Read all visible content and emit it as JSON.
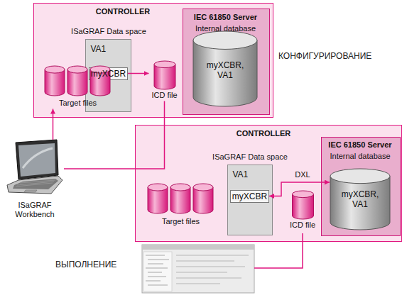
{
  "diagram": {
    "nodes": [
      {
        "text": [
          "CONTROLLER"
        ]
      },
      {
        "text": [
          "ISaGRAF Data space",
          "VA1"
        ],
        "in": 0
      },
      {
        "text": [
          "myXCBR"
        ],
        "in": 1
      },
      {
        "text": [
          "Target files"
        ],
        "in": 0
      },
      {
        "text": [
          "ICD file"
        ],
        "in": 0
      },
      {
        "text": [
          "IEC 61850 Server",
          "Internal database"
        ],
        "in": 0
      },
      {
        "text": [
          "myXCBR, VA1"
        ],
        "in": 5
      },
      {
        "text": [
          "ISaGRAF Workbench"
        ]
      },
      {
        "text": [
          "CONTROLLER"
        ]
      },
      {
        "text": [
          "ISaGRAF Data space",
          "VA1"
        ],
        "in": 8
      },
      {
        "text": [
          "myXCBR"
        ],
        "in": 9
      },
      {
        "text": [
          "Target files"
        ],
        "in": 8
      },
      {
        "text": [
          "ICD file"
        ],
        "in": 8
      },
      {
        "text": [
          "IEC 61850 Server",
          "Internal database"
        ],
        "in": 8
      },
      {
        "text": [
          "myXCBR, VA1"
        ],
        "in": 13
      }
    ],
    "edges": [
      {
        "from": 2,
        "to": 4,
        "arrow": "to"
      },
      {
        "from": 7,
        "to": 3,
        "arrow": "to"
      },
      {
        "from": 4,
        "to": 7,
        "arrow": "none"
      },
      {
        "from": 10,
        "to": 14,
        "label": "DXL",
        "arrow": "both"
      }
    ],
    "labels": [
      "КОНФИГУРИРОВАНИЕ",
      "ВЫПОЛНЕНИЕ"
    ]
  }
}
